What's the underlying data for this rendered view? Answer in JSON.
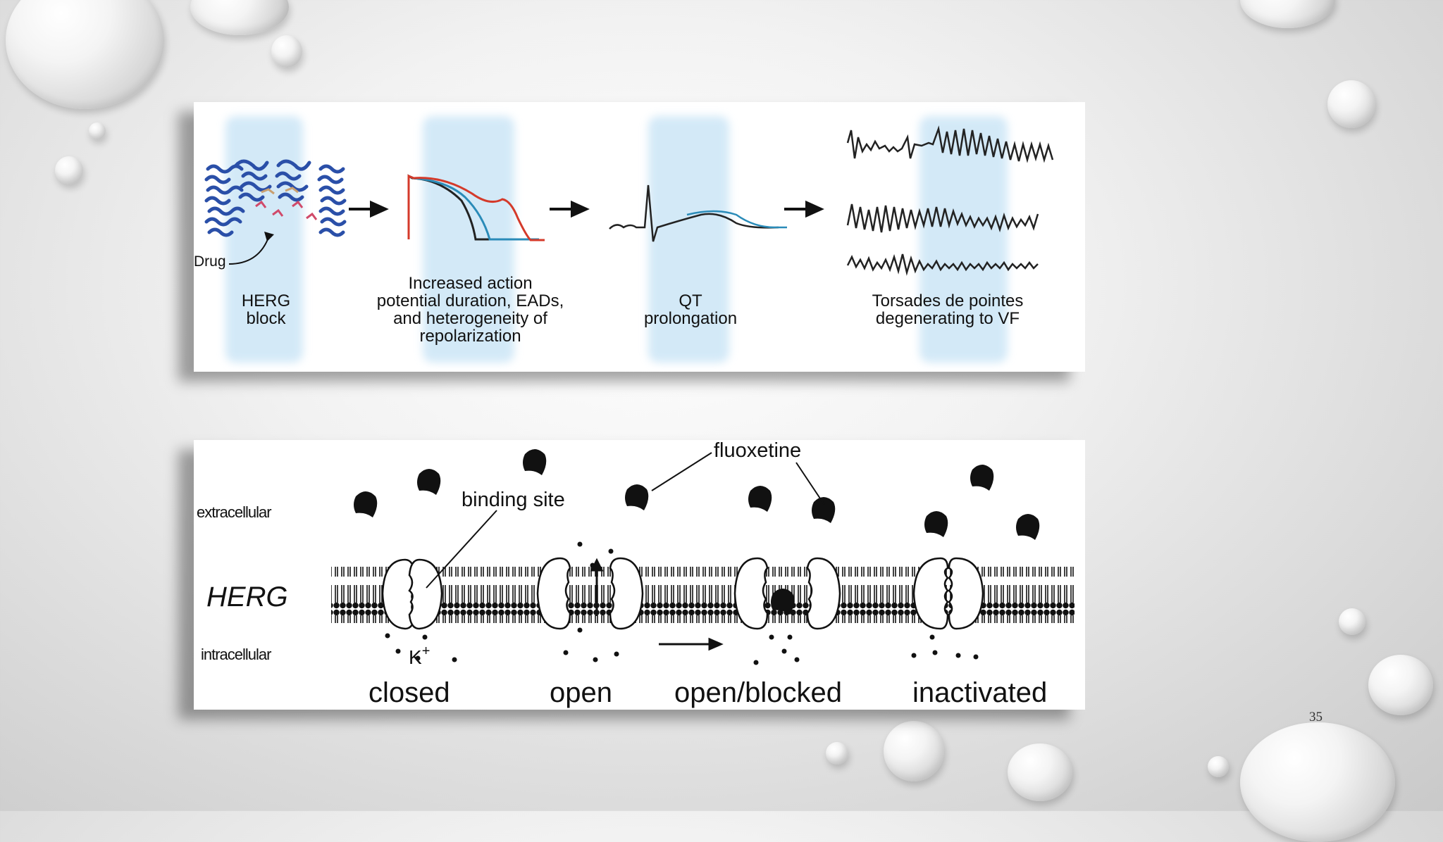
{
  "slide_number": "35",
  "top_figure": {
    "drug_label": "Drug",
    "captions": [
      {
        "id": "herg-block",
        "lines": [
          "HERG",
          "block"
        ]
      },
      {
        "id": "apd",
        "lines": [
          "Increased action",
          "potential duration, EADs,",
          "and heterogeneity of",
          "repolarization"
        ]
      },
      {
        "id": "qt",
        "lines": [
          "QT",
          "prolongation"
        ]
      },
      {
        "id": "tdp",
        "lines": [
          "Torsades de pointes",
          "degenerating to VF"
        ]
      }
    ],
    "colors": {
      "ap_red": "#d43a2a",
      "ap_blue": "#2a8bb8",
      "herg_blue": "#2a4fa8",
      "highlight": "#cfe7f7"
    }
  },
  "bottom_figure": {
    "extracellular_label": "extracellular",
    "intracellular_label": "intracellular",
    "herg_label": "HERG",
    "fluoxetine_label": "fluoxetine",
    "binding_site_label": "binding site",
    "ion_label": "K",
    "ion_charge": "+",
    "states": [
      "closed",
      "open",
      "open/blocked",
      "inactivated"
    ]
  }
}
